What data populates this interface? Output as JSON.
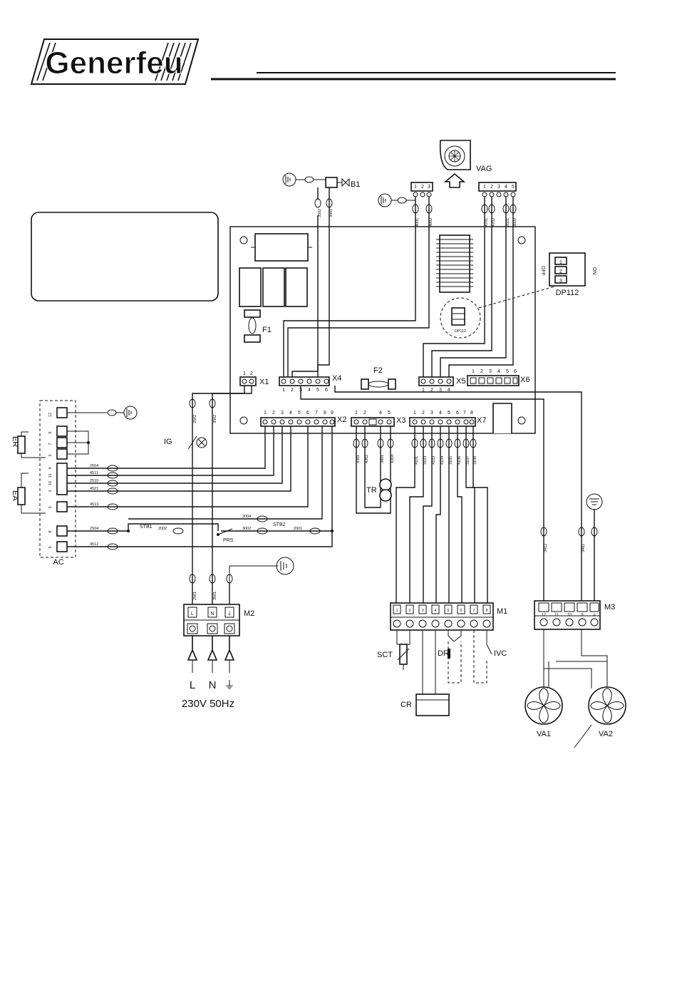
{
  "brand": {
    "name": "Generfeu"
  },
  "components": {
    "vag": "VAG",
    "b1": "B1",
    "f1": "F1",
    "f2": "F2",
    "dp112": "DP112",
    "dp112_small": "DP112",
    "dip_off": "OFF",
    "dip_on": "ON",
    "dip_positions": [
      "1",
      "2",
      "3"
    ],
    "ig": "IG",
    "tr": "TR",
    "stb1": "STB1",
    "stb2": "STB2",
    "prs": "PRS",
    "er": "ER",
    "ea": "EA",
    "ac": "AC",
    "sct": "SCT",
    "dr": "DR",
    "ivc": "IVC",
    "cr": "CR",
    "va1": "VA1",
    "va2": "VA2"
  },
  "connectors": {
    "x1": {
      "label": "X1",
      "pins": [
        "1",
        "2"
      ]
    },
    "x2": {
      "label": "X2",
      "pins": [
        "1",
        "2",
        "3",
        "4",
        "5",
        "6",
        "7",
        "8",
        "9"
      ]
    },
    "x3": {
      "label": "X3",
      "pins": [
        "1",
        "2",
        "4",
        "5"
      ]
    },
    "x4": {
      "label": "X4",
      "pins": [
        "1",
        "2",
        "3",
        "4",
        "5",
        "6"
      ]
    },
    "x5": {
      "label": "X5",
      "pins": [
        "1",
        "2",
        "3",
        "4"
      ]
    },
    "x6": {
      "label": "X6",
      "pins": [
        "1",
        "2",
        "3",
        "4",
        "5",
        "6"
      ]
    },
    "x7": {
      "label": "X7",
      "pins": [
        "1",
        "2",
        "3",
        "4",
        "5",
        "6",
        "7",
        "8"
      ]
    },
    "vag_connector": {
      "pins": [
        "1",
        "2",
        "3",
        "4",
        "5"
      ]
    },
    "b1_connector": {
      "pins": [
        "1",
        "2",
        "3"
      ]
    }
  },
  "terminal_blocks": {
    "m1": {
      "label": "M1",
      "numbers": [
        "1",
        "2",
        "3",
        "4",
        "5",
        "6",
        "7",
        "8"
      ]
    },
    "m2": {
      "label": "M2",
      "letters": [
        "L",
        "N",
        "⏚"
      ]
    },
    "m3": {
      "label": "M3",
      "numbers": [
        "12",
        "11",
        "10",
        "9",
        "⏚"
      ]
    },
    "ac_terminals": [
      "12",
      "6",
      "7",
      "5",
      "4",
      "11",
      "10",
      "1",
      "3",
      "8",
      "9"
    ]
  },
  "wires": {
    "ac_left": [
      "2504",
      "4511",
      "2510",
      "4521",
      "4513",
      "2504",
      "4512"
    ],
    "stb": [
      "2002",
      "2004",
      "3002",
      "2001"
    ],
    "x1": [
      "2502",
      "3502"
    ],
    "x3": [
      "4301",
      "4302",
      "3401",
      "4304"
    ],
    "x4": [
      "3502",
      "3501"
    ],
    "b1": [
      "4001",
      "4002"
    ],
    "vag": [
      "4701",
      "4702",
      "3501",
      "3502"
    ],
    "x7": [
      "4101",
      "3103",
      "4103",
      "4104",
      "3105",
      "4106",
      "3107",
      "3108"
    ],
    "m2": [
      "2501",
      "3501"
    ],
    "m3": [
      "3412",
      "3402"
    ]
  },
  "supply": {
    "l": "L",
    "n": "N",
    "ground": "⏚",
    "voltage": "230V 50Hz"
  }
}
